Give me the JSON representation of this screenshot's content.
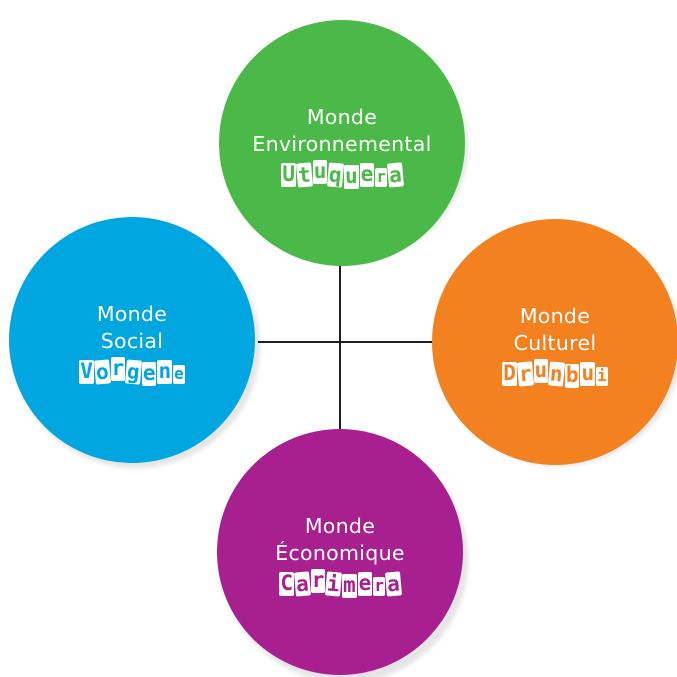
{
  "worlds": {
    "environmental": {
      "title_line1": "Monde",
      "title_line2": "Environnemental",
      "stamp": "Utuquera",
      "color": "#4bb947",
      "text_color": "#4bb947"
    },
    "social": {
      "title_line1": "Monde",
      "title_line2": "Social",
      "stamp": "Vorgene",
      "color": "#00a6df",
      "text_color": "#00a6df"
    },
    "cultural": {
      "title_line1": "Monde",
      "title_line2": "Culturel",
      "stamp": "Drunbui",
      "color": "#f3811f",
      "text_color": "#f3811f"
    },
    "economic": {
      "title_line1": "Monde",
      "title_line2": "Économique",
      "stamp": "Carimera",
      "color": "#a8208f",
      "text_color": "#a8208f"
    }
  }
}
